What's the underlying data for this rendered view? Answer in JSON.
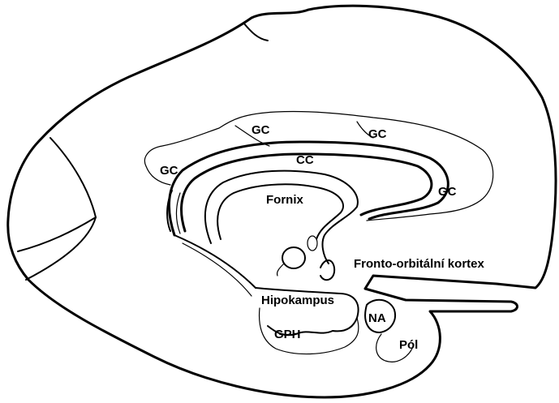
{
  "labels": {
    "gc_top_left": "GC",
    "gc_top_right": "GC",
    "gc_left": "GC",
    "gc_right": "GC",
    "cc": "CC",
    "fornix": "Fornix",
    "fronto_orbital": "Fronto-orbitální kortex",
    "hippocampus": "Hipokampus",
    "na": "NA",
    "gph": "GPH",
    "pol": "Pól"
  }
}
